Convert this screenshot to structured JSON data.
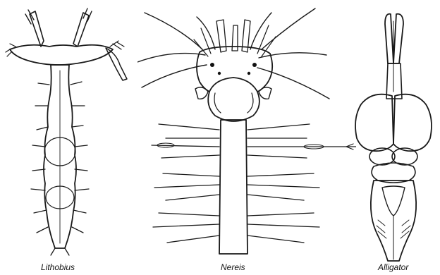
{
  "figure": {
    "background": "#ffffff",
    "ink_color": "#1a1a1a",
    "stipple_fill": "#d6d6d6",
    "panels": [
      {
        "id": "lithobius",
        "label": "Lithobius"
      },
      {
        "id": "nereis",
        "label": "Nereis"
      },
      {
        "id": "alligator",
        "label": "Alligator"
      }
    ]
  }
}
